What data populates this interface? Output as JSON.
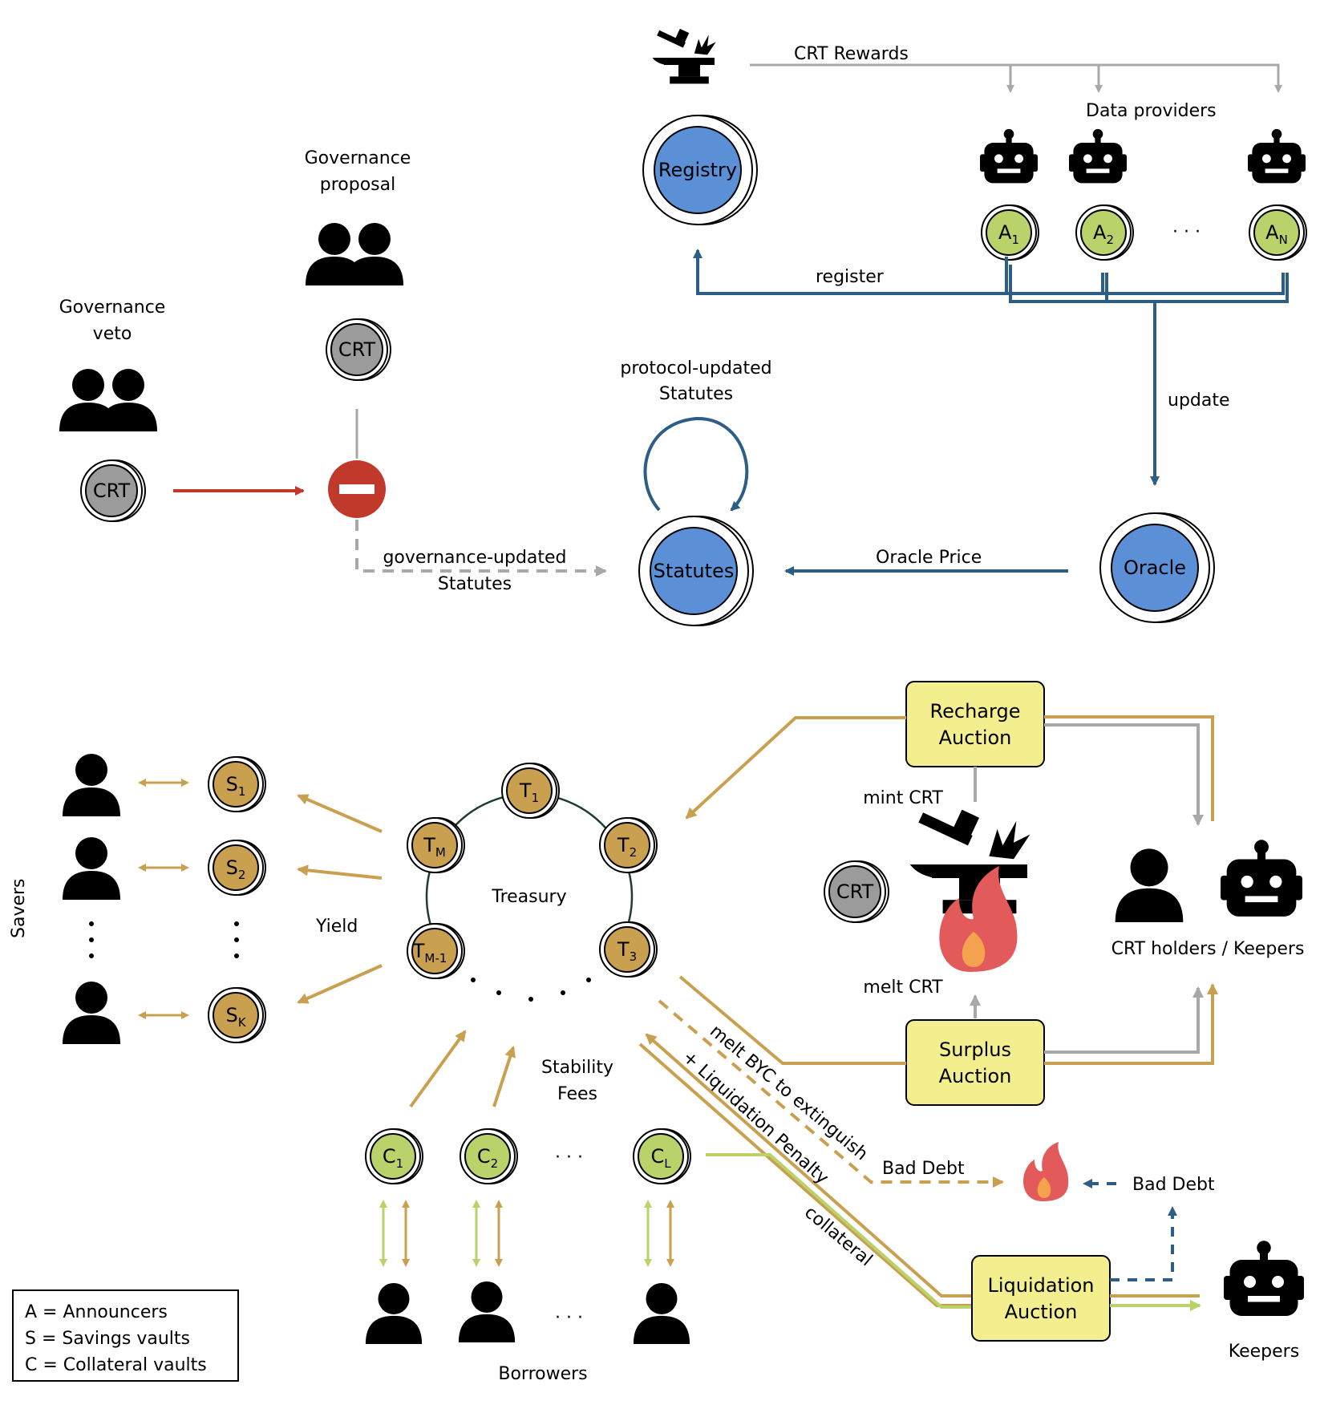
{
  "colors": {
    "blue": "#5b8fd6",
    "navy": "#2e5d85",
    "gold": "#c9a04f",
    "gold_dark": "#b8974e",
    "green": "#b9d26a",
    "grey_coin": "#9b9b9b",
    "grey_line": "#a8a8a8",
    "red": "#c0392b",
    "yellow_box": "#f3ef8f",
    "flame": "#e25a5a",
    "flame_core": "#f4a24e"
  },
  "labels": {
    "crt_rewards": "CRT Rewards",
    "data_providers": "Data providers",
    "registry": "Registry",
    "register": "register",
    "update": "update",
    "oracle": "Oracle",
    "oracle_price": "Oracle Price",
    "statutes": "Statutes",
    "protocol_updated_1": "protocol-updated",
    "protocol_updated_2": "Statutes",
    "governance_proposal_1": "Governance",
    "governance_proposal_2": "proposal",
    "governance_veto_1": "Governance",
    "governance_veto_2": "veto",
    "crt": "CRT",
    "governance_updated_1": "governance-updated",
    "governance_updated_2": "Statutes",
    "ellipsis_h": "· · ·",
    "treasury": "Treasury",
    "yield": "Yield",
    "savers": "Savers",
    "stability_fees_1": "Stability",
    "stability_fees_2": "Fees",
    "recharge_auction_1": "Recharge",
    "recharge_auction_2": "Auction",
    "surplus_auction_1": "Surplus",
    "surplus_auction_2": "Auction",
    "liquidation_auction_1": "Liquidation",
    "liquidation_auction_2": "Auction",
    "mint_crt": "mint CRT",
    "melt_crt": "melt CRT",
    "crt_holders_keepers": "CRT holders / Keepers",
    "keepers": "Keepers",
    "melt_byc": "melt BYC to extinguish",
    "liquidation_penalty": "+ Liquidation Penalty",
    "bad_debt_1": "Bad Debt",
    "bad_debt_2": "Bad Debt",
    "collateral": "collateral",
    "borrowers": "Borrowers"
  },
  "announcers": [
    {
      "base": "A",
      "sub": "1"
    },
    {
      "base": "A",
      "sub": "2"
    },
    {
      "base": "A",
      "sub": "N"
    }
  ],
  "savings_vaults": [
    {
      "base": "S",
      "sub": "1"
    },
    {
      "base": "S",
      "sub": "2"
    },
    {
      "base": "S",
      "sub": "K"
    }
  ],
  "treasury_nodes": [
    {
      "base": "T",
      "sub": "1"
    },
    {
      "base": "T",
      "sub": "2"
    },
    {
      "base": "T",
      "sub": "3"
    },
    {
      "base": "T",
      "sub": "M"
    },
    {
      "base": "T",
      "sub": "M-1"
    }
  ],
  "collateral_vaults": [
    {
      "base": "C",
      "sub": "1"
    },
    {
      "base": "C",
      "sub": "2"
    },
    {
      "base": "C",
      "sub": "L"
    }
  ],
  "legend": [
    "A = Announcers",
    "S = Savings vaults",
    "C = Collateral vaults"
  ]
}
